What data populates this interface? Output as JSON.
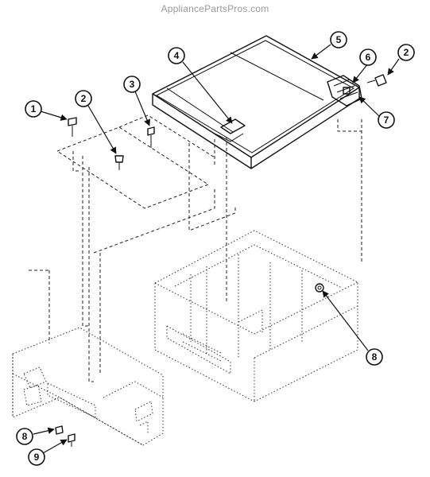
{
  "watermark": "AppliancePartsPros.com",
  "callouts": [
    {
      "label": "1"
    },
    {
      "label": "2"
    },
    {
      "label": "3"
    },
    {
      "label": "4"
    },
    {
      "label": "5"
    },
    {
      "label": "6"
    },
    {
      "label": "2"
    },
    {
      "label": "7"
    },
    {
      "label": "8"
    },
    {
      "label": "8"
    },
    {
      "label": "9"
    }
  ]
}
